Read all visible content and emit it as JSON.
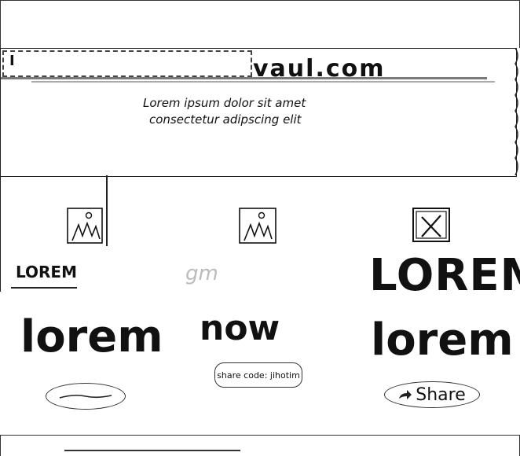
{
  "header": {
    "cursor_glyph": "I",
    "domain": "vaul.com",
    "hero_line_1": "Lorem ipsum dolor sit amet",
    "hero_line_2": "consectetur adipscing elit"
  },
  "columns": {
    "col1_small": "LOREM",
    "col1_big": "lorem",
    "col2_faint": "gm",
    "col2_big": "now",
    "col3_big_1": "LOREM",
    "col3_big_2": "lorem"
  },
  "buttons": {
    "share_code": "share code: jihotim",
    "share": "Share"
  },
  "icons": {
    "image_placeholder": "image-placeholder-icon",
    "broken_image": "broken-image-icon",
    "share": "share-icon"
  }
}
